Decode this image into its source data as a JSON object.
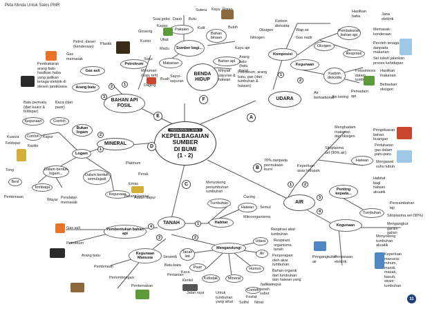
{
  "header": {
    "title": "Peta Minda Untuk Sains PMR"
  },
  "page_number": "11",
  "center": {
    "tag": "TINGKATAN 1, BAB 4",
    "title": "KEPELBAGAIAN\nSUMBER\nDI BUMI\n(1 - 2)"
  },
  "letters": [
    "A",
    "B",
    "C",
    "D",
    "E",
    "F"
  ],
  "branches": {
    "benda_hidup": {
      "title": "BENDA HIDUP",
      "sumber_bagi": "Sumber bagi...",
      "makanan": "Makanan",
      "pakaian": "Pakaian",
      "bahan_binaan": "Bahan binaan",
      "bahan": "Bahan api",
      "sumber_items": [
        "Daging",
        "Madu",
        "Susu",
        "Minuman (kopi, teh)",
        "Buah",
        "Sayur-sayuran",
        "Sutera",
        "Bulu",
        "Kulit",
        "Daun",
        "Kapas",
        "Ubat",
        "Ginseng",
        "Kuinin",
        "Suai gebu",
        "Kayu",
        "Rotan",
        "Buluh",
        "Kayu api",
        "Arang batu (batu bara)",
        "Minyak sayuran & haiwan",
        "Petroleum, arang batu, gas (dari tumbuhan & haiwan)"
      ]
    },
    "udara": {
      "title": "UDARA",
      "komposisi": "Komposisi",
      "kegunaan": "Kegunaan",
      "komposisi_items": [
        "Karbon dioksida",
        "Nitrogen",
        "Oksigen",
        "Gas nadir",
        "Wap air"
      ],
      "oksigen": "Oksigen",
      "karbon_dioksida": "Karbon dioksida",
      "oksigen_items": [
        "Pembakaran bahan api",
        "Respirasi"
      ],
      "co2_items": [
        "Fotosintesis dalam tumbuhan",
        "Pemadam api",
        "Ais kering",
        "Air berkarbonat"
      ],
      "side_notes": [
        "Hasilkan haba",
        "Jana elektrik",
        "Memasak kenderaan",
        "Peroleh tenaga daripada makanan",
        "Sel tubuh jalankan proses kehidupan",
        "Hasilkan makanan",
        "Bebaskan oksigen"
      ]
    },
    "air": {
      "title": "AIR",
      "pct_earth": "70% daripada permukaan bumi",
      "keperluan": "Keperluan asas hidupan",
      "penting": "Penting kepada...",
      "kegunaan": "Kegunaan",
      "haiwan": "Haiwan",
      "tumbuhan": "Tumbuhan",
      "haiwan_items": [
        "Menghadam makanan dan oksigen",
        "Pengeluaran bahan buangan",
        "Pertukaran gas dalam paru-paru",
        "Mengawal suhu tubuh",
        "Habitat bagi haiwan akuatik",
        "Sitoplasma sel (90% air)"
      ],
      "tumbuhan_items": [
        "Pencambahan biji",
        "Sitoplasma sel (90%)",
        "Mengangkut garam galian",
        "Menyokong tumbuhan akuatik"
      ],
      "kegunaan_items": [
        "Pengangkutan air",
        "Penjanaan elektrik",
        "Keperluan manusia: minum, mandi, masak, basuh, siram tumbuhan"
      ]
    },
    "tanah": {
      "title": "TANAH",
      "habitat": "Habitat",
      "tumbuhan": "Tumbuhan",
      "haiwan": "Haiwan",
      "mengandungi": "Mengandungi",
      "pembentukan": "Pembentukan bahan api",
      "kegunaan_manusia": "Kegunaan Manusia",
      "items": [
        "Menyokong pertumbuhan tumbuhan",
        "Cacing",
        "Semut",
        "Mikroorganisma",
        "Respirasi akar tumbuhan",
        "Respirasi organisma tanah",
        "Penyerapan oleh akar tumbuhan",
        "Udara",
        "Air",
        "Humus",
        "Bahan organik dari tumbuhan dan haiwan yang reput",
        "Pasir",
        "Kelodak",
        "Tanah liat",
        "Kerikil",
        "Mineral",
        "Jadikan tanah subur",
        "Fosfat",
        "Nitrat",
        "Sulfid",
        "Untuk tumbuhan yang sihat",
        "Contoh",
        "Kaca",
        "Jalan raya",
        "Batu-bata",
        "Seramik",
        "Pertanian",
        "Penternakan",
        "Perlombongan",
        "Pembinaan",
        "Gas asli",
        "Petroleum",
        "Arang batu"
      ]
    },
    "mineral": {
      "title": "MINERAL",
      "bukan_logam": "Bukan logam",
      "logam": "Logam",
      "contoh": "Contoh",
      "dalam_bentuk": "Dalam bentuk semulajadi",
      "kegunaan": "Kegunaan",
      "items": [
        "Kuarza",
        "Kapur",
        "Feldspar",
        "Kaolin",
        "Tong",
        "Besi",
        "Emas",
        "Platinum",
        "Perak",
        "Tembaga",
        "Dalam bentuk logam...",
        "Barang kemas",
        "Alatan dapur",
        "Pembinaan",
        "Wayar",
        "Peralatan memasak"
      ]
    },
    "bahan_api_fosil": {
      "title": "BAHAN API FOSIL",
      "petroleum": "Petroleum",
      "gas_asli": "Gas asli",
      "arang_batu": "Arang batu",
      "items": [
        "Plastik",
        "Petrol, diesel (kenderaan)",
        "Gas memasak",
        "Pembakaran arang batu hasilkan haba yang jadikan tenaga elektrik di stesen janakuasa",
        "Batu permata (dari kuarz & feldspar)",
        "Kaca (dari pasir)",
        "Kegunaan",
        "Contoh"
      ]
    }
  },
  "colors": {
    "dark": "#333333",
    "line": "#555555",
    "badge_blue": "#1f3f7a",
    "petroleum_oil": "#3a2b18",
    "gas_fire": "#e8742a",
    "coal": "#2a2a2a",
    "plant_green": "#5c9a3a",
    "food_red": "#c9472f",
    "sky_blue": "#9ec8e6",
    "water_blue": "#4f87c2",
    "soil_brown": "#8a6a3d",
    "mineral_gold": "#d4af37"
  }
}
